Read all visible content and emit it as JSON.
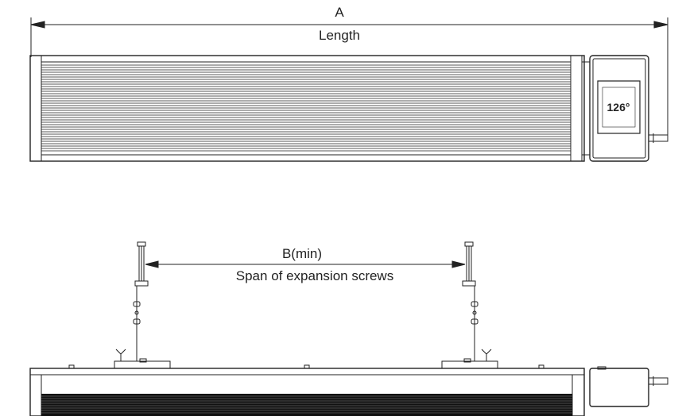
{
  "top_view": {
    "dimension_letter": "A",
    "dimension_name": "Length",
    "display_reading": "126°"
  },
  "side_view": {
    "dimension_letter": "B(min)",
    "dimension_name": "Span of expansion screws"
  },
  "colors": {
    "line": "#222222",
    "background": "#ffffff"
  }
}
